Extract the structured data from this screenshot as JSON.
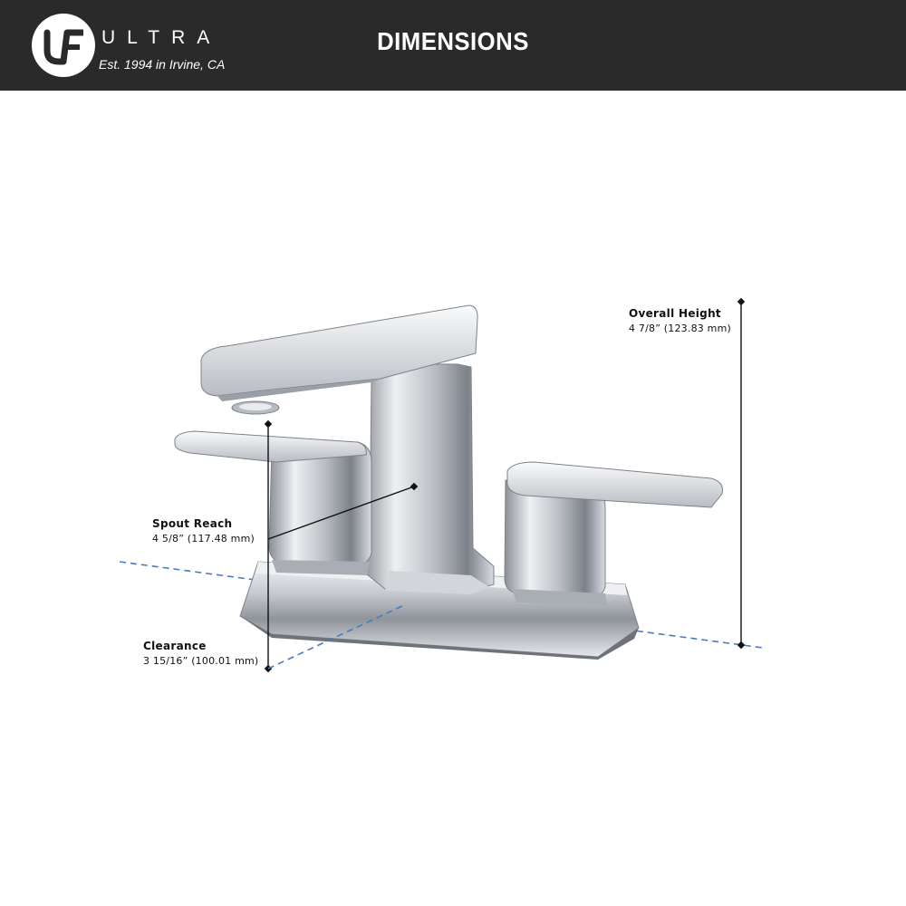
{
  "header": {
    "brand": {
      "name": "ULTRA",
      "tagline": "Est. 1994 in Irvine, CA",
      "logo_icon": "uf-monogram-logo-icon"
    },
    "title": "DIMENSIONS"
  },
  "dimensions": {
    "overall_height": {
      "label": "Overall Height",
      "value": "4 7/8” (123.83 mm)"
    },
    "spout_reach": {
      "label": "Spout Reach",
      "value": "4 5/8” (117.48 mm)"
    },
    "clearance": {
      "label": "Clearance",
      "value": "3 15/16” (100.01 mm)"
    }
  },
  "colors": {
    "header_bg": "#2a2a2a",
    "header_text": "#ffffff",
    "dimension_line": "#111111",
    "baseline_dashed": "#4a7bbd",
    "chrome": "#c9ccd1"
  }
}
